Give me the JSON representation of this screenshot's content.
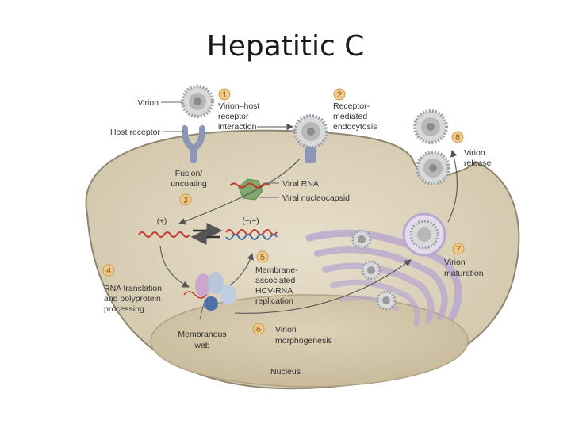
{
  "slide": {
    "title": "Hepatitic C"
  },
  "diagram": {
    "labels": {
      "virion": "Virion",
      "host_receptor": "Host receptor",
      "viral_rna": "Viral RNA",
      "viral_nucleocapsid": "Viral nucleocapsid",
      "plus_strand": "(+)",
      "plus_minus_strand": "(+/−)",
      "membranous_web": [
        "Membranous",
        "web"
      ],
      "nucleus": "Nucleus"
    },
    "steps": [
      {
        "number": "1",
        "lines": [
          "Virion–host",
          "receptor",
          "interaction"
        ]
      },
      {
        "number": "2",
        "lines": [
          "Receptor-",
          "mediated",
          "endocytosis"
        ]
      },
      {
        "number": "3",
        "lines": [
          "Fusion/",
          "uncoating"
        ]
      },
      {
        "number": "4",
        "lines": [
          "RNA translation",
          "and polyprotein",
          "processing"
        ]
      },
      {
        "number": "5",
        "lines": [
          "Membrane-",
          "associated",
          "HCV-RNA",
          "replication"
        ]
      },
      {
        "number": "6",
        "lines": [
          "Virion",
          "morphogenesis"
        ]
      },
      {
        "number": "7",
        "lines": [
          "Virion",
          "maturation"
        ]
      },
      {
        "number": "8",
        "lines": [
          "Virion",
          "release"
        ]
      }
    ],
    "colors": {
      "cytoplasm": "#ded3bd",
      "cell_border": "#8f8672",
      "nucleus": "#d3c6aa",
      "er_golgi": "#b8a8cf",
      "rna_plus": "#c0392b",
      "rna_minus": "#3f6fb0",
      "step_badge": "#f3c98b",
      "nucleocapsid": "#7faa6b"
    }
  }
}
